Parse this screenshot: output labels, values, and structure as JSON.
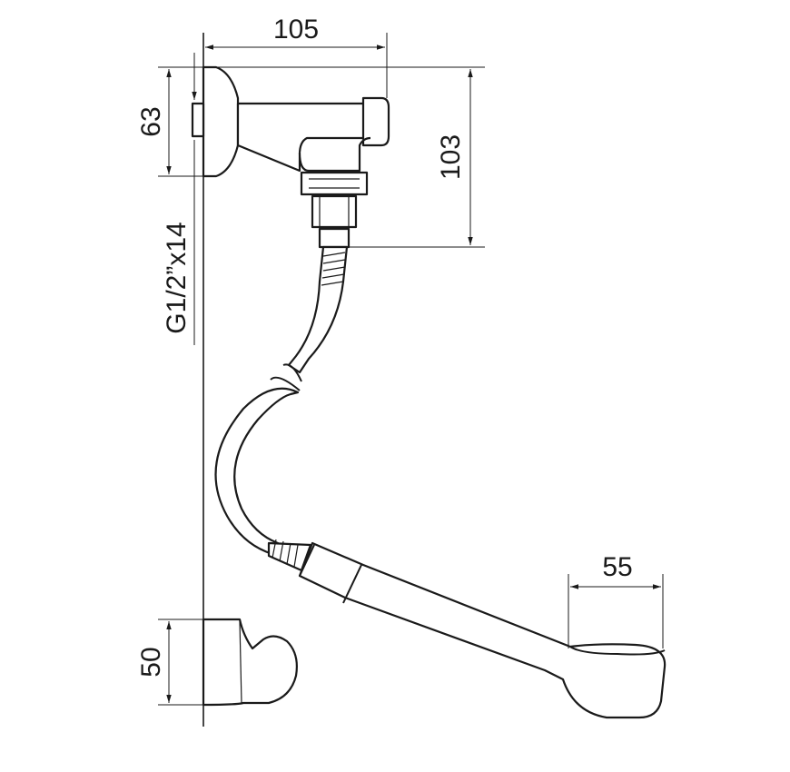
{
  "dimensions": {
    "width_top": "105",
    "height_valve": "63",
    "height_total": "103",
    "thread": "G1/2”x14",
    "handle_width": "55",
    "holder_height": "50"
  },
  "colors": {
    "line": "#1a1a1a",
    "background": "#ffffff"
  }
}
